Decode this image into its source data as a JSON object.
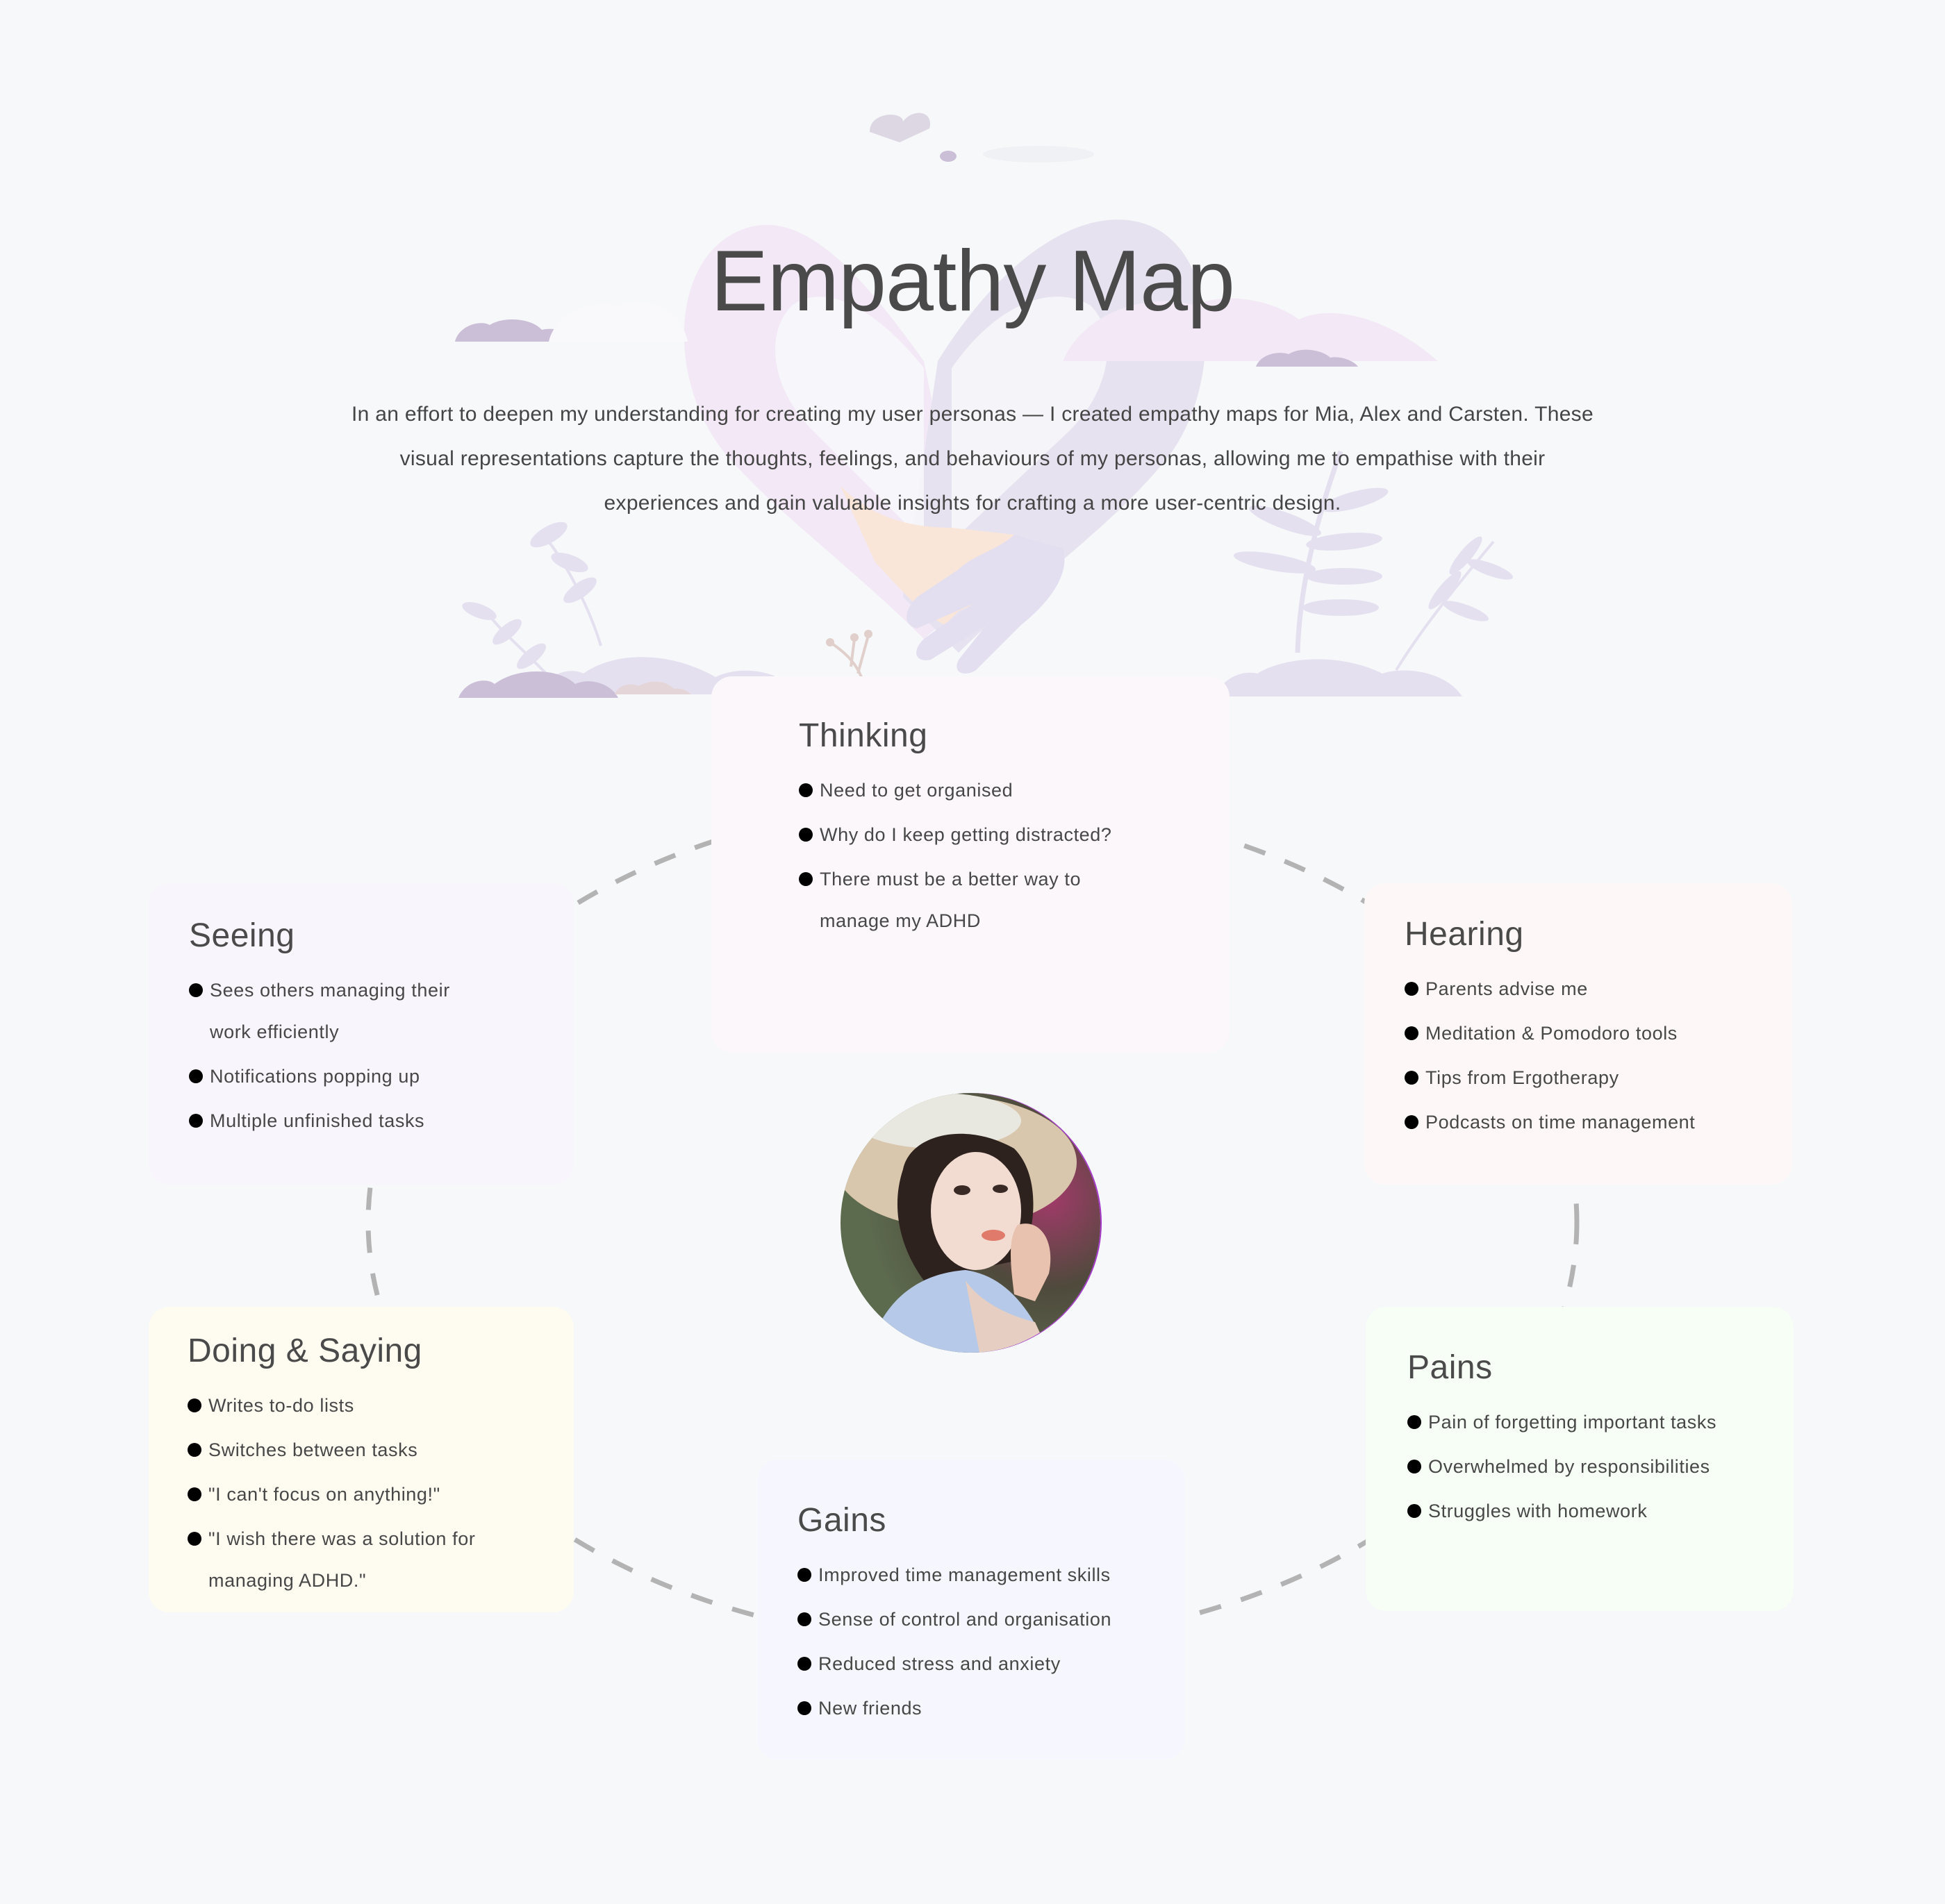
{
  "header": {
    "title": "Empathy Map",
    "intro": "In an effort to deepen my understanding for creating my user personas — I created empathy maps for Mia, Alex and Carsten. These visual representations capture the thoughts, feelings, and behaviours of my personas, allowing me to empathise with their experiences and gain valuable insights for crafting a more user-centric design."
  },
  "illustration": {
    "icon": "holding-hands-heart-illustration",
    "colors": {
      "heart_left": "#f2e8f5",
      "heart_right": "#e5e1ef",
      "hand_skin": "#f9e5d6",
      "hand_lavender": "#e3dff0",
      "cloud_dark": "#cbbfd8",
      "plant": "#e4e0ef"
    }
  },
  "persona": {
    "avatar_icon": "persona-photo",
    "border_color": "#a335c9"
  },
  "connector": {
    "color": "#b3b3b3",
    "style": "dashed"
  },
  "quadrants": {
    "thinking": {
      "title": "Thinking",
      "bg": "#fcf7fb",
      "items": [
        "Need to get organised",
        "Why do I keep getting distracted?",
        "There must be a better way to manage my ADHD"
      ]
    },
    "seeing": {
      "title": "Seeing",
      "bg": "#f9f5fd",
      "items": [
        "Sees others managing their work efficiently",
        "Notifications popping up",
        "Multiple unfinished tasks"
      ]
    },
    "hearing": {
      "title": "Hearing",
      "bg": "#fdf8f7",
      "items": [
        "Parents advise me",
        "Meditation & Pomodoro tools",
        "Tips from Ergotherapy",
        "Podcasts on time management"
      ]
    },
    "doing": {
      "title": "Doing & Saying",
      "bg": "#fefcf1",
      "items": [
        "Writes to-do lists",
        "Switches between tasks",
        "\"I can't focus on anything!\"",
        "\"I wish there was a solution for managing ADHD.\""
      ]
    },
    "pains": {
      "title": "Pains",
      "bg": "#f6fef5",
      "items": [
        "Pain of forgetting important tasks",
        "Overwhelmed by responsibilities",
        "Struggles with homework"
      ]
    },
    "gains": {
      "title": "Gains",
      "bg": "#f6f6fe",
      "items": [
        "Improved time management skills",
        "Sense of control and organisation",
        "Reduced stress and anxiety",
        "New friends"
      ]
    }
  }
}
